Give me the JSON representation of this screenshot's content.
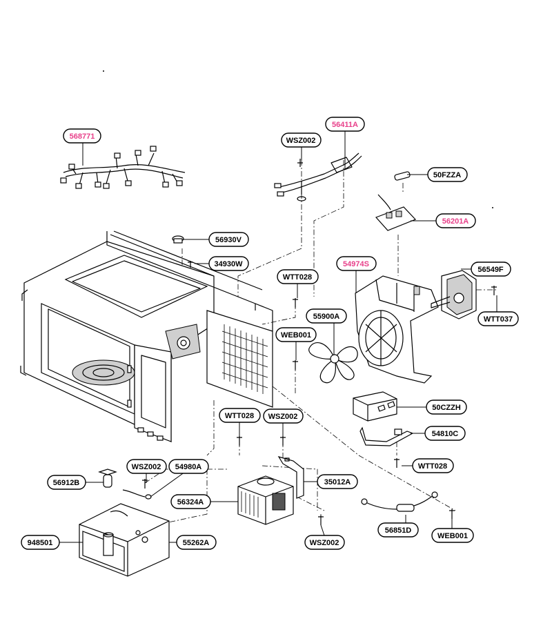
{
  "colors": {
    "ink": "#000000",
    "highlight": "#e8408a"
  },
  "labels": [
    {
      "id": "568771",
      "text": "568771",
      "highlight": true
    },
    {
      "id": "WSZ002-top",
      "text": "WSZ002",
      "highlight": false
    },
    {
      "id": "56411A",
      "text": "56411A",
      "highlight": true
    },
    {
      "id": "50FZZA",
      "text": "50FZZA",
      "highlight": false
    },
    {
      "id": "56201A",
      "text": "56201A",
      "highlight": true
    },
    {
      "id": "56930V",
      "text": "56930V",
      "highlight": false
    },
    {
      "id": "34930W",
      "text": "34930W",
      "highlight": false
    },
    {
      "id": "WTT028-a",
      "text": "WTT028",
      "highlight": false
    },
    {
      "id": "54974S",
      "text": "54974S",
      "highlight": true
    },
    {
      "id": "56549F",
      "text": "56549F",
      "highlight": false
    },
    {
      "id": "55900A",
      "text": "55900A",
      "highlight": false
    },
    {
      "id": "WEB001-a",
      "text": "WEB001",
      "highlight": false
    },
    {
      "id": "WTT037",
      "text": "WTT037",
      "highlight": false
    },
    {
      "id": "50CZZH",
      "text": "50CZZH",
      "highlight": false
    },
    {
      "id": "WTT028-b",
      "text": "WTT028",
      "highlight": false
    },
    {
      "id": "WSZ002-mid",
      "text": "WSZ002",
      "highlight": false
    },
    {
      "id": "54810C",
      "text": "54810C",
      "highlight": false
    },
    {
      "id": "WTT028-c",
      "text": "WTT028",
      "highlight": false
    },
    {
      "id": "WSZ002-left",
      "text": "WSZ002",
      "highlight": false
    },
    {
      "id": "54980A",
      "text": "54980A",
      "highlight": false
    },
    {
      "id": "56912B",
      "text": "56912B",
      "highlight": false
    },
    {
      "id": "35012A",
      "text": "35012A",
      "highlight": false
    },
    {
      "id": "56324A",
      "text": "56324A",
      "highlight": false
    },
    {
      "id": "56851D",
      "text": "56851D",
      "highlight": false
    },
    {
      "id": "WEB001-b",
      "text": "WEB001",
      "highlight": false
    },
    {
      "id": "948501",
      "text": "948501",
      "highlight": false
    },
    {
      "id": "55262A",
      "text": "55262A",
      "highlight": false
    },
    {
      "id": "WSZ002-bot",
      "text": "WSZ002",
      "highlight": false
    }
  ]
}
